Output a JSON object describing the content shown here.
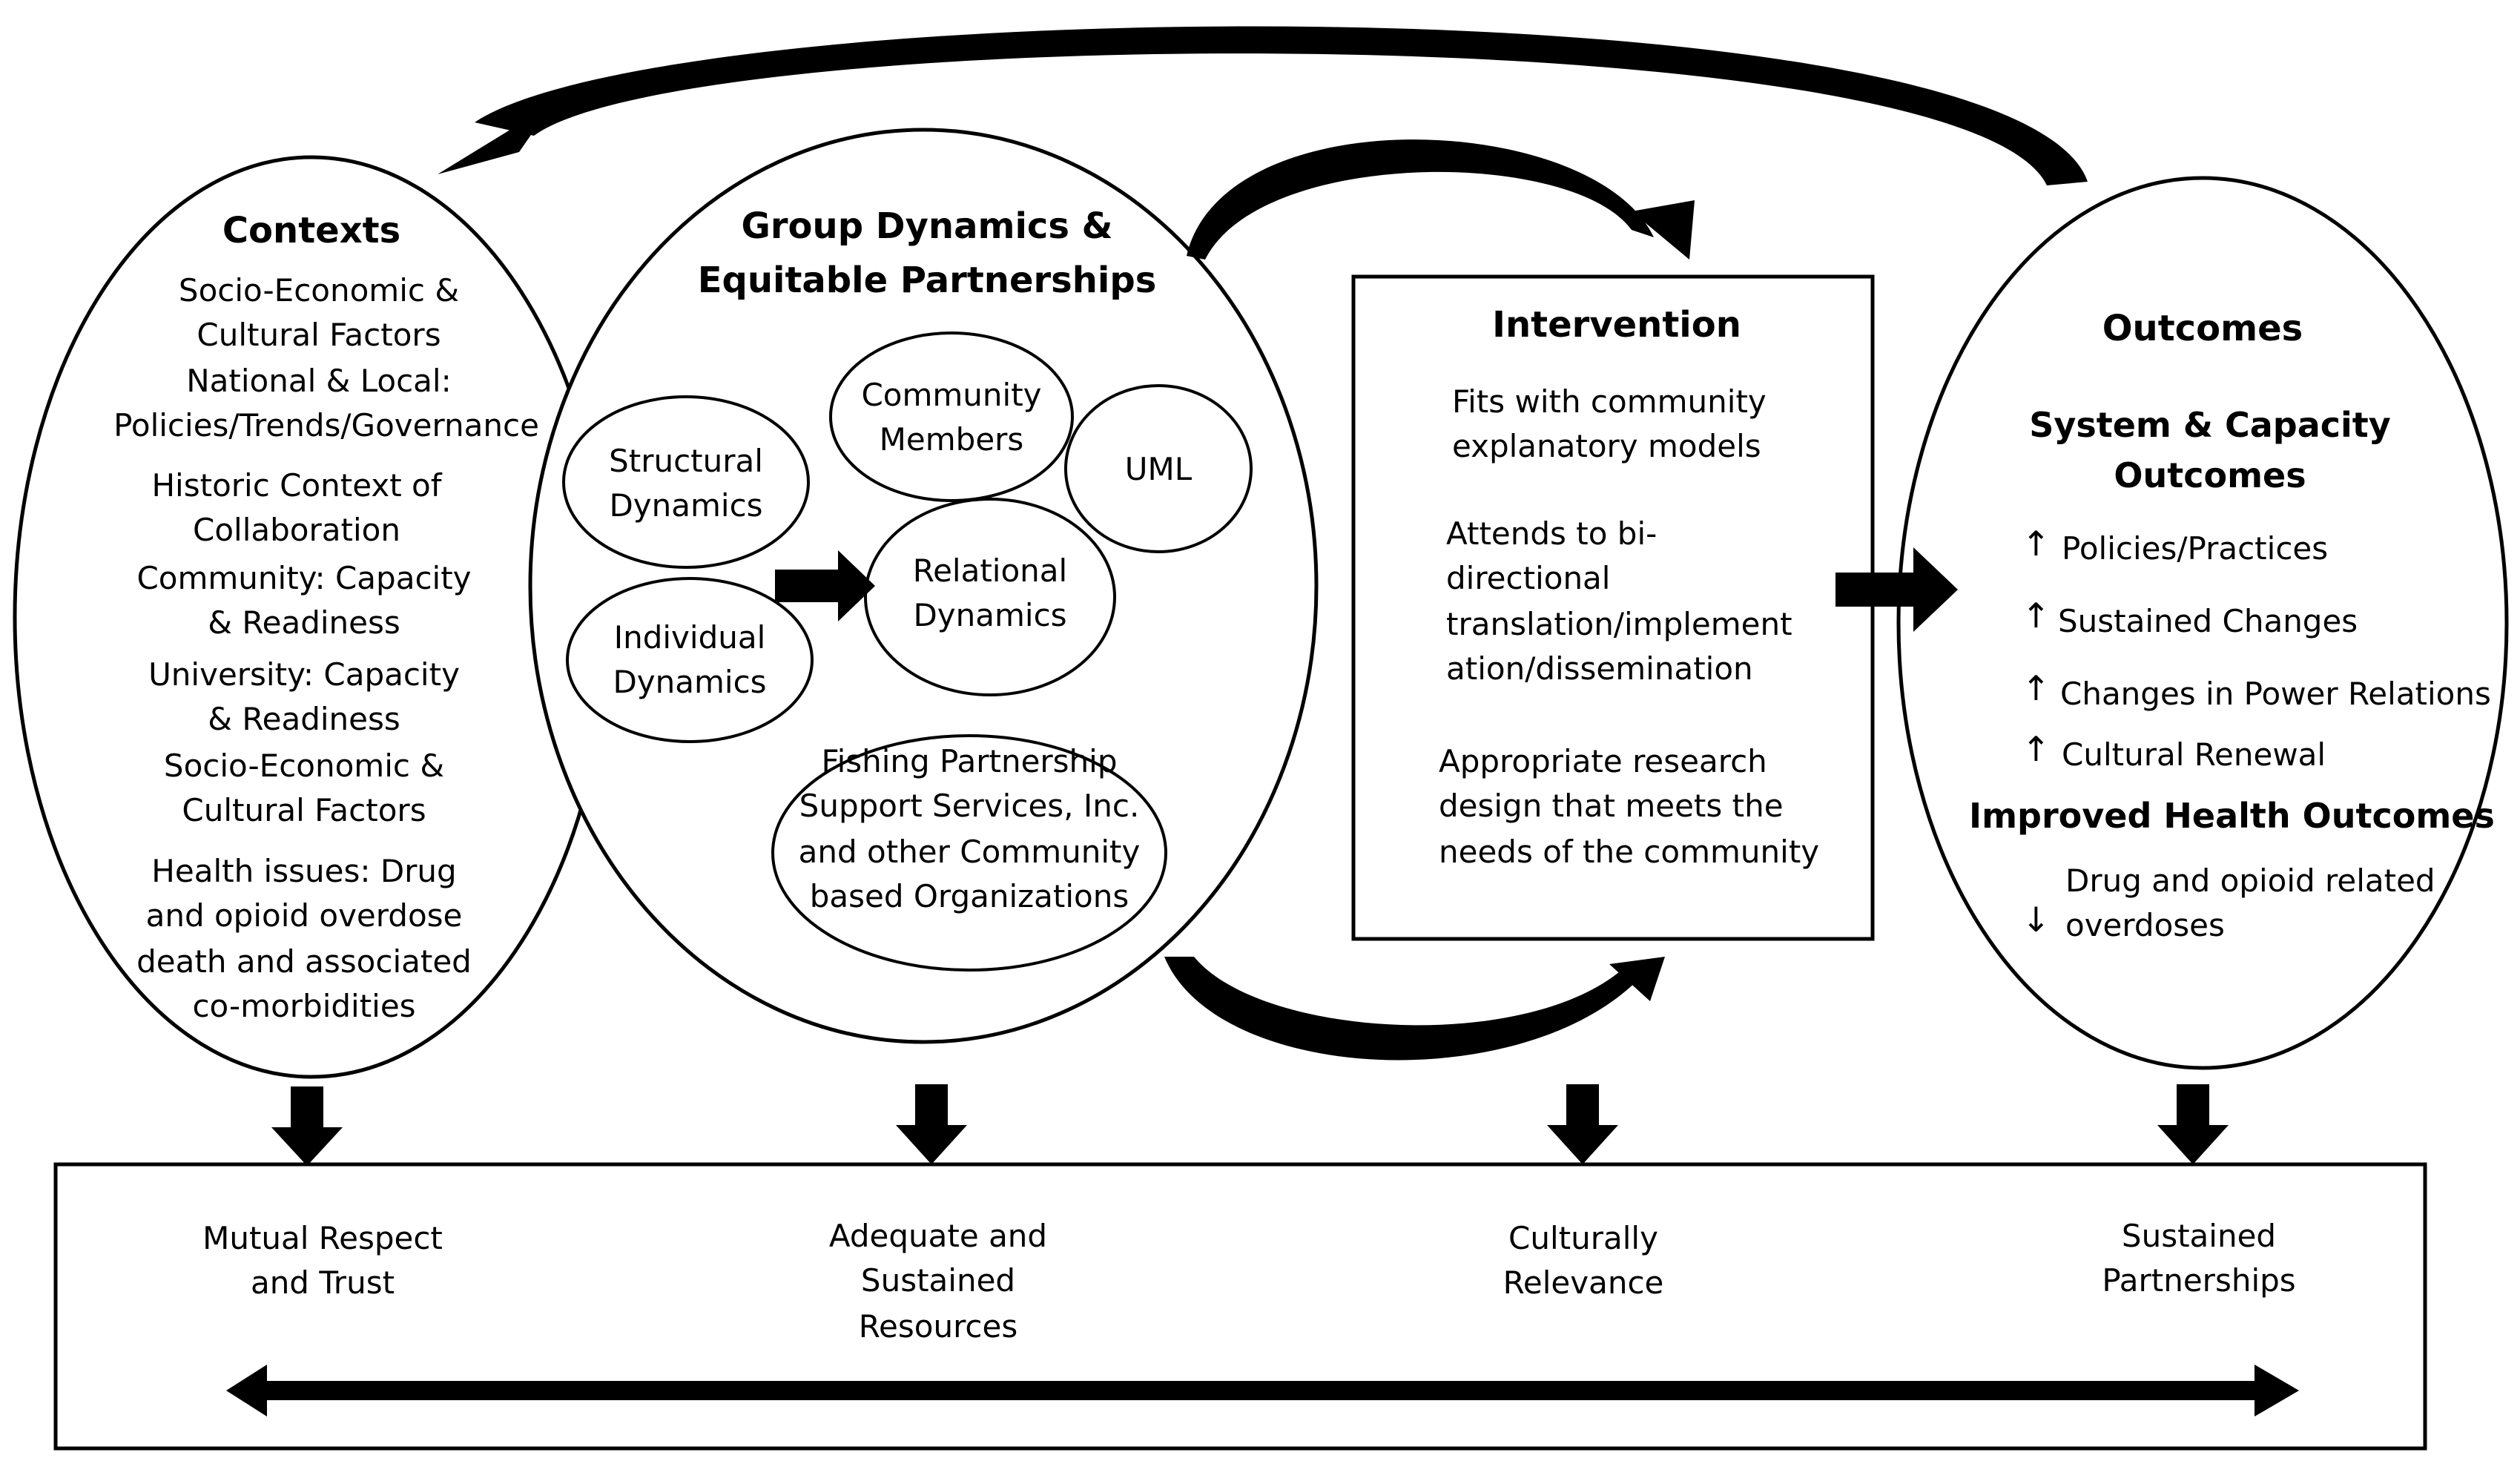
{
  "contexts": {
    "title": "Contexts",
    "line1": "Socio-Economic &",
    "line2": "Cultural Factors",
    "line3": "National & Local:",
    "line4": "Policies/Trends/Governance",
    "line5": "Historic Context of",
    "line6": "Collaboration",
    "line7": "Community: Capacity",
    "line8": "& Readiness",
    "line9": "University: Capacity",
    "line10": "& Readiness",
    "line11": "Socio-Economic &",
    "line12": "Cultural Factors",
    "line13": "Health issues: Drug",
    "line14": "and opioid overdose",
    "line15": "death and associated",
    "line16": "co-morbidities"
  },
  "group": {
    "title1": "Group Dynamics &",
    "title2": "Equitable Partnerships",
    "structural1": "Structural",
    "structural2": "Dynamics",
    "community1": "Community",
    "community2": "Members",
    "uml": "UML",
    "individual1": "Individual",
    "individual2": "Dynamics",
    "relational1": "Relational",
    "relational2": "Dynamics",
    "fishing1": "Fishing Partnership",
    "fishing2": "Support Services, Inc.",
    "fishing3": "and other Community",
    "fishing4": "based Organizations"
  },
  "intervention": {
    "title": "Intervention",
    "l1": "Fits with community",
    "l2": "explanatory models",
    "l3": "Attends to bi-",
    "l4": "directional",
    "l5": "translation/implement",
    "l6": "ation/dissemination",
    "l7": "Appropriate research",
    "l8": "design that meets the",
    "l9": "needs of the community"
  },
  "outcomes": {
    "title": "Outcomes",
    "sys1": "System & Capacity",
    "sys2": "Outcomes",
    "item1": "Policies/Practices",
    "item2": "Sustained Changes",
    "item3": "Changes in Power Relations",
    "item4": "Cultural Renewal",
    "health": "Improved Health Outcomes",
    "health1": "Drug and opioid related",
    "health2": "overdoses",
    "up_mark": "↑",
    "down_mark": "↓"
  },
  "bottom": {
    "c1a": "Mutual Respect",
    "c1b": "and Trust",
    "c2a": "Adequate and",
    "c2b": "Sustained",
    "c2c": "Resources",
    "c3a": "Culturally",
    "c3b": "Relevance",
    "c4a": "Sustained",
    "c4b": "Partnerships"
  }
}
